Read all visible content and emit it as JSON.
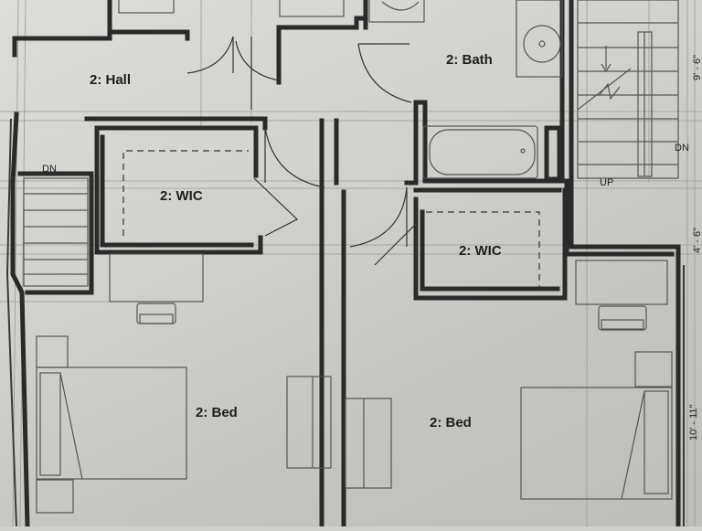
{
  "rooms": {
    "hall": "2: Hall",
    "bath": "2: Bath",
    "wic_left": "2: WIC",
    "wic_right": "2: WIC",
    "bed_left": "2: Bed",
    "bed_right": "2: Bed"
  },
  "stairs": {
    "left_dn": "DN",
    "right_dn": "DN",
    "right_up": "UP"
  },
  "dimensions": {
    "top_right": "9' - 6\"",
    "mid_right": "4' - 6\"",
    "bottom_right": "10' - 11\""
  }
}
